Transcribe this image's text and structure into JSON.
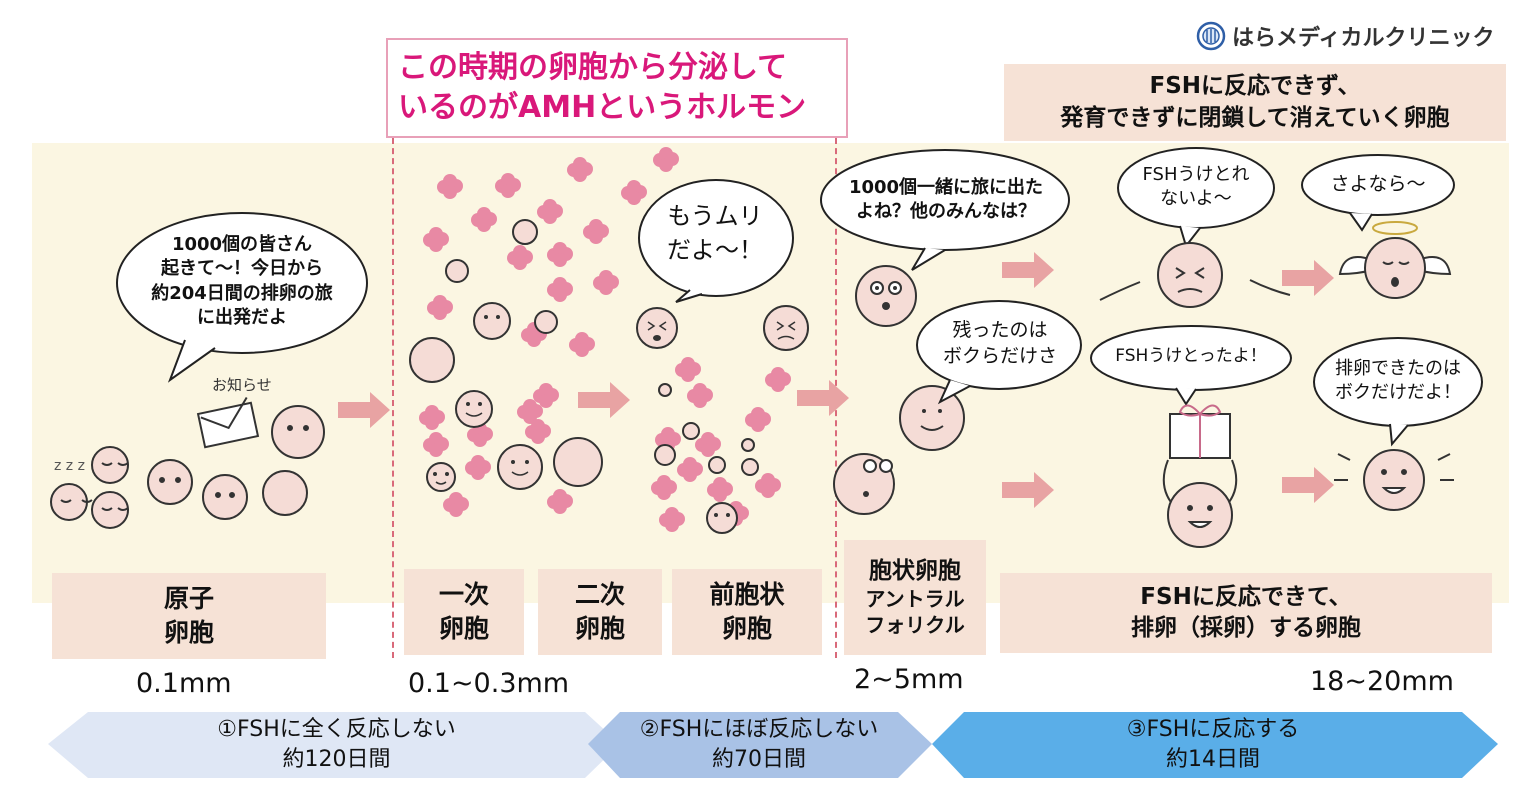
{
  "brand": {
    "name": "はらメディカルクリニック"
  },
  "amh_callout": {
    "line1": "この時期の卵胞から分泌して",
    "line2": "いるのがAMHというホルモン"
  },
  "atresia_header": {
    "line1": "FSHに反応できず、",
    "line2": "発育できずに閉鎖して消えていく卵胞"
  },
  "bubbles": {
    "primordial": [
      "1000個の皆さん",
      "起きて〜！今日から",
      "約204日間の排卵の旅",
      "に出発だよ"
    ],
    "notice": "お知らせ",
    "mou_muri": [
      "もうムリ",
      "だよ〜！"
    ],
    "travel": [
      "1000個一緒に旅に出た",
      "よね？他のみんなは？"
    ],
    "remaining": [
      "残ったのは",
      "ボクらだけさ"
    ],
    "cannot_receive": [
      "FSHうけとれ",
      "ないよ〜"
    ],
    "goodbye": "さよなら〜",
    "received": "FSHうけとったよ！",
    "ovulated": [
      "排卵できたのは",
      "ボクだけだよ！"
    ]
  },
  "stages": [
    {
      "line1": "原子",
      "line2": "卵胞"
    },
    {
      "line1": "一次",
      "line2": "卵胞"
    },
    {
      "line1": "二次",
      "line2": "卵胞"
    },
    {
      "line1": "前胞状",
      "line2": "卵胞"
    }
  ],
  "antral_label": {
    "line1": "胞状卵胞",
    "line2": "アントラル",
    "line3": "フォリクル"
  },
  "ovulation_label": {
    "line1": "FSHに反応できて、",
    "line2": "排卵（採卵）する卵胞"
  },
  "sizes": {
    "primordial": "0.1mm",
    "primary": "0.1~0.3mm",
    "antral": "2~5mm",
    "preovulatory": "18~20mm"
  },
  "phases": [
    {
      "line1": "①FSHに全く反応しない",
      "line2": "約120日間",
      "color": "#dfe7f5"
    },
    {
      "line1": "②FSHにほぼ反応しない",
      "line2": "約70日間",
      "color": "#a9c2e6"
    },
    {
      "line1": "③FSHに反応する",
      "line2": "約14日間",
      "color": "#5aaee8"
    }
  ],
  "colors": {
    "accent": "#d9187a",
    "dashed": "#d96a7a",
    "arrow": "#e8a3a3",
    "cell": "#f5dcd6",
    "blob": "#e889a4",
    "cream": "#fbf6e2",
    "label": "#f6e2d6"
  }
}
